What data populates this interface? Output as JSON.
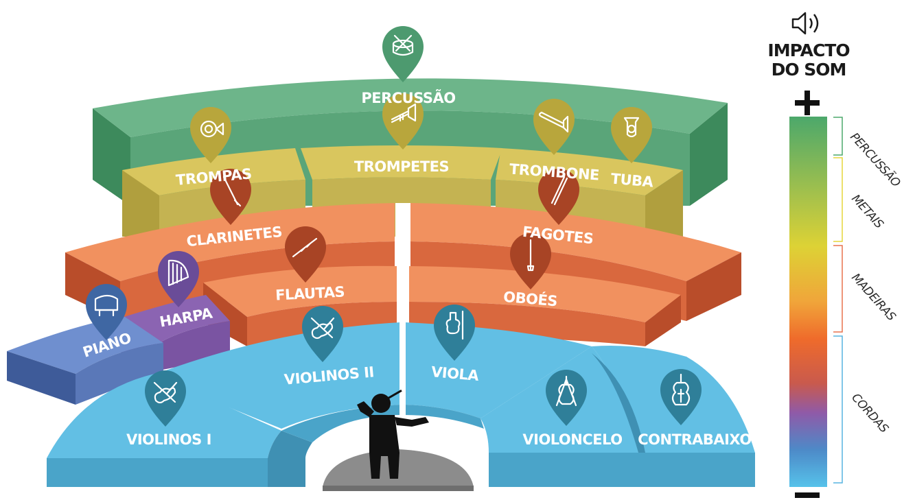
{
  "sections": {
    "percussao": "PERCUSSÃO",
    "trompas": "TROMPAS",
    "trompetes": "TROMPETES",
    "trombone": "TROMBONE",
    "tuba": "TUBA",
    "clarinetes": "CLARINETES",
    "fagotes": "FAGOTES",
    "flautas": "FLAUTAS",
    "oboes": "OBOÉS",
    "harpa": "HARPA",
    "piano": "PIANO",
    "violinos_ii": "VIOLINOS II",
    "viola": "VIOLA",
    "violinos_i": "VIOLINOS I",
    "violoncelo": "VIOLONCELO",
    "contrabaixo": "CONTRABAIXO"
  },
  "legend": {
    "title_line1": "IMPACTO",
    "title_line2": "DO SOM",
    "plus": "+",
    "minus": "−",
    "groups": [
      "PERCUSSÃO",
      "METAIS",
      "MADEIRAS",
      "CORDAS"
    ],
    "icon": "speaker-icon"
  },
  "colors": {
    "percussao": "#6db58a",
    "metais": "#d9c65e",
    "madeiras": "#ef8a57",
    "harpa": "#8b64b2",
    "piano": "#5e7fc0",
    "cordas": "#62bfe4",
    "pin_percussao": "#4d9a6f",
    "pin_metais": "#b8a63c",
    "pin_madeiras": "#a84425",
    "pin_harpa": "#6a4c98",
    "pin_piano": "#3f67a3",
    "pin_cordas": "#2f7f99",
    "stage": "#8c8c8c"
  }
}
